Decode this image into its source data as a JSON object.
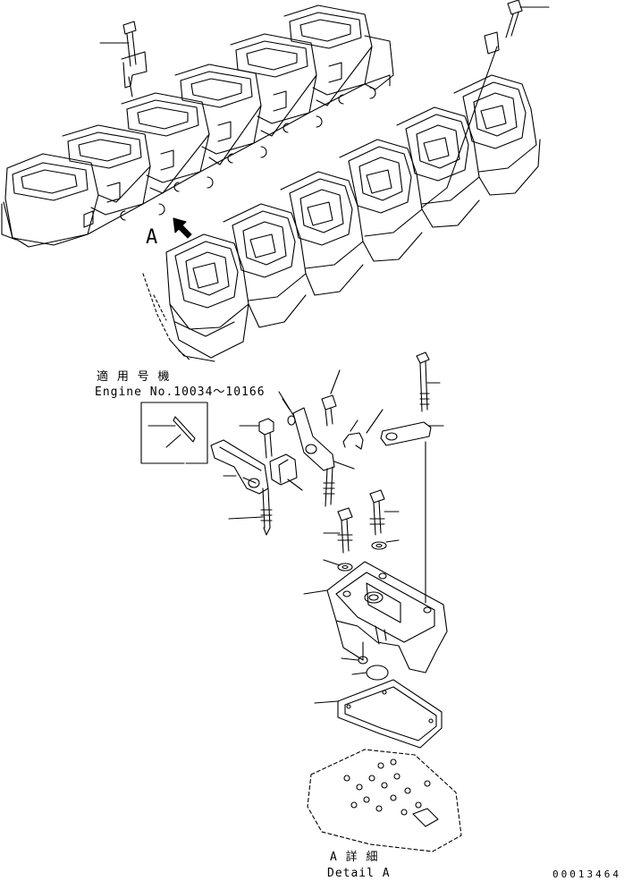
{
  "view_label": "A",
  "applicability": {
    "jp": "適 用 号 機",
    "en": "Engine No.10034～10166"
  },
  "detail": {
    "jp": "A 詳 細",
    "en": "Detail A"
  },
  "drawing_number": "00013464"
}
